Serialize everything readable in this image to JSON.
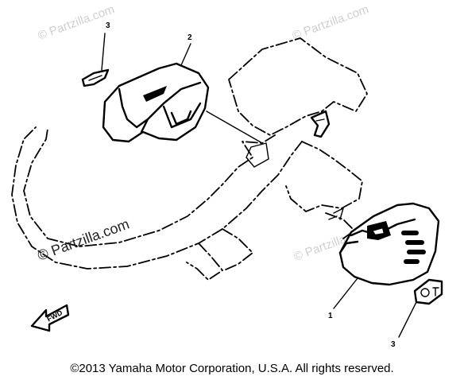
{
  "callouts": {
    "part_3_top": "3",
    "part_2": "2",
    "part_1": "1",
    "part_3_bottom": "3"
  },
  "watermarks": {
    "top_center": "© Partzilla.com",
    "top_right": "© Partzilla.com",
    "middle_left": "© Partzilla.com",
    "middle_right": "© Partzilla.com"
  },
  "direction_label": "FWD",
  "copyright": "©2013  Yamaha Motor Corporation, U.S.A. All rights reserved."
}
